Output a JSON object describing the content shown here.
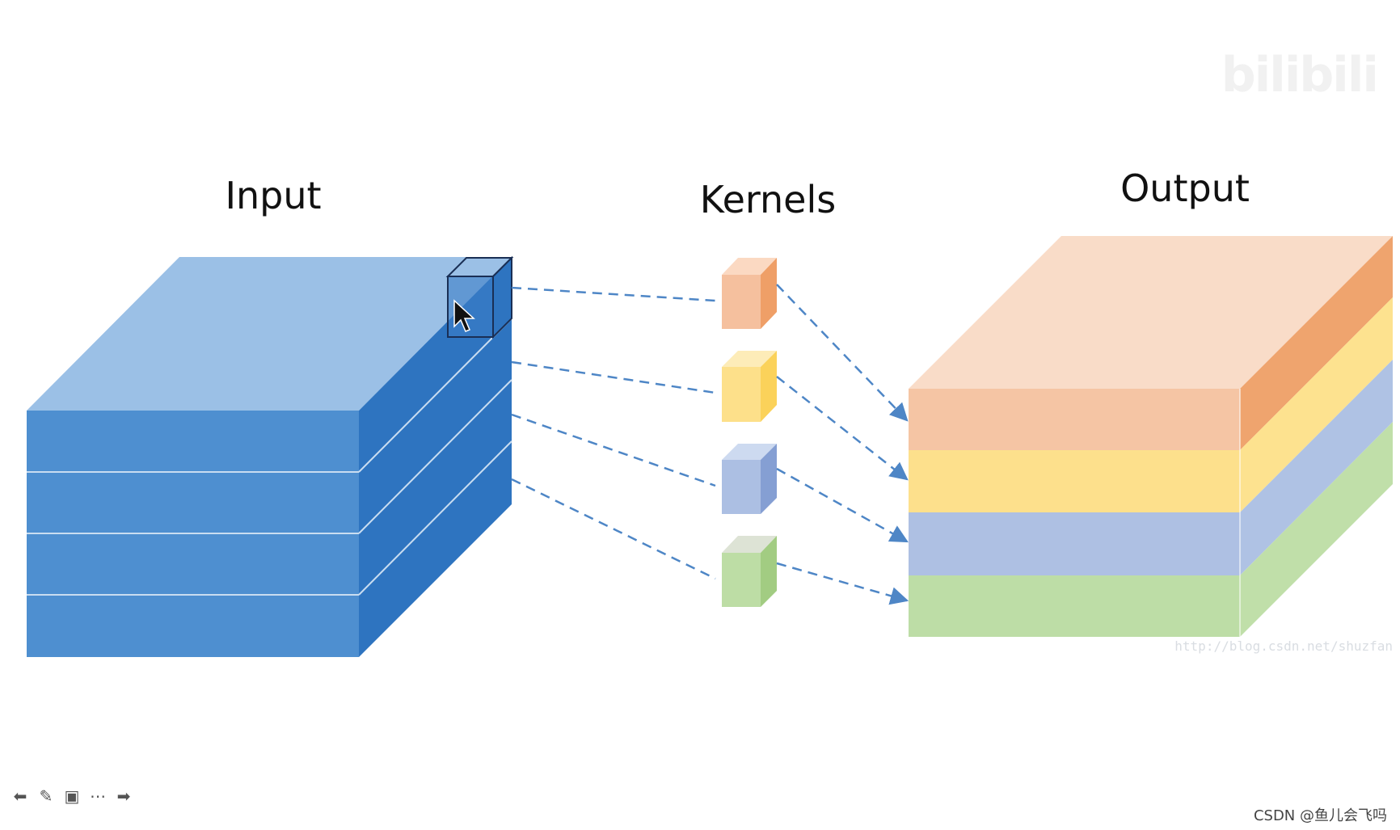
{
  "diagram": {
    "input_label": "Input",
    "kernels_label": "Kernels",
    "output_label": "Output",
    "watermark_url": "http://blog.csdn.net/shuzfan",
    "colors": {
      "input_front": "#4e8fd0",
      "input_top": "#9bc0e6",
      "input_side": "#2e74c0",
      "kernel_orange": "#f5c09e",
      "kernel_yellow": "#fde08a",
      "kernel_blue": "#acbfe3",
      "kernel_green": "#bddda5",
      "arrow": "#4e86c6"
    }
  },
  "branding": {
    "logo": "bilibili",
    "credit": "CSDN @鱼儿会飞吗"
  },
  "toolbar": {
    "icons": [
      "arrow-left-icon",
      "pen-icon",
      "screen-icon",
      "more-icon",
      "arrow-right-icon"
    ]
  }
}
